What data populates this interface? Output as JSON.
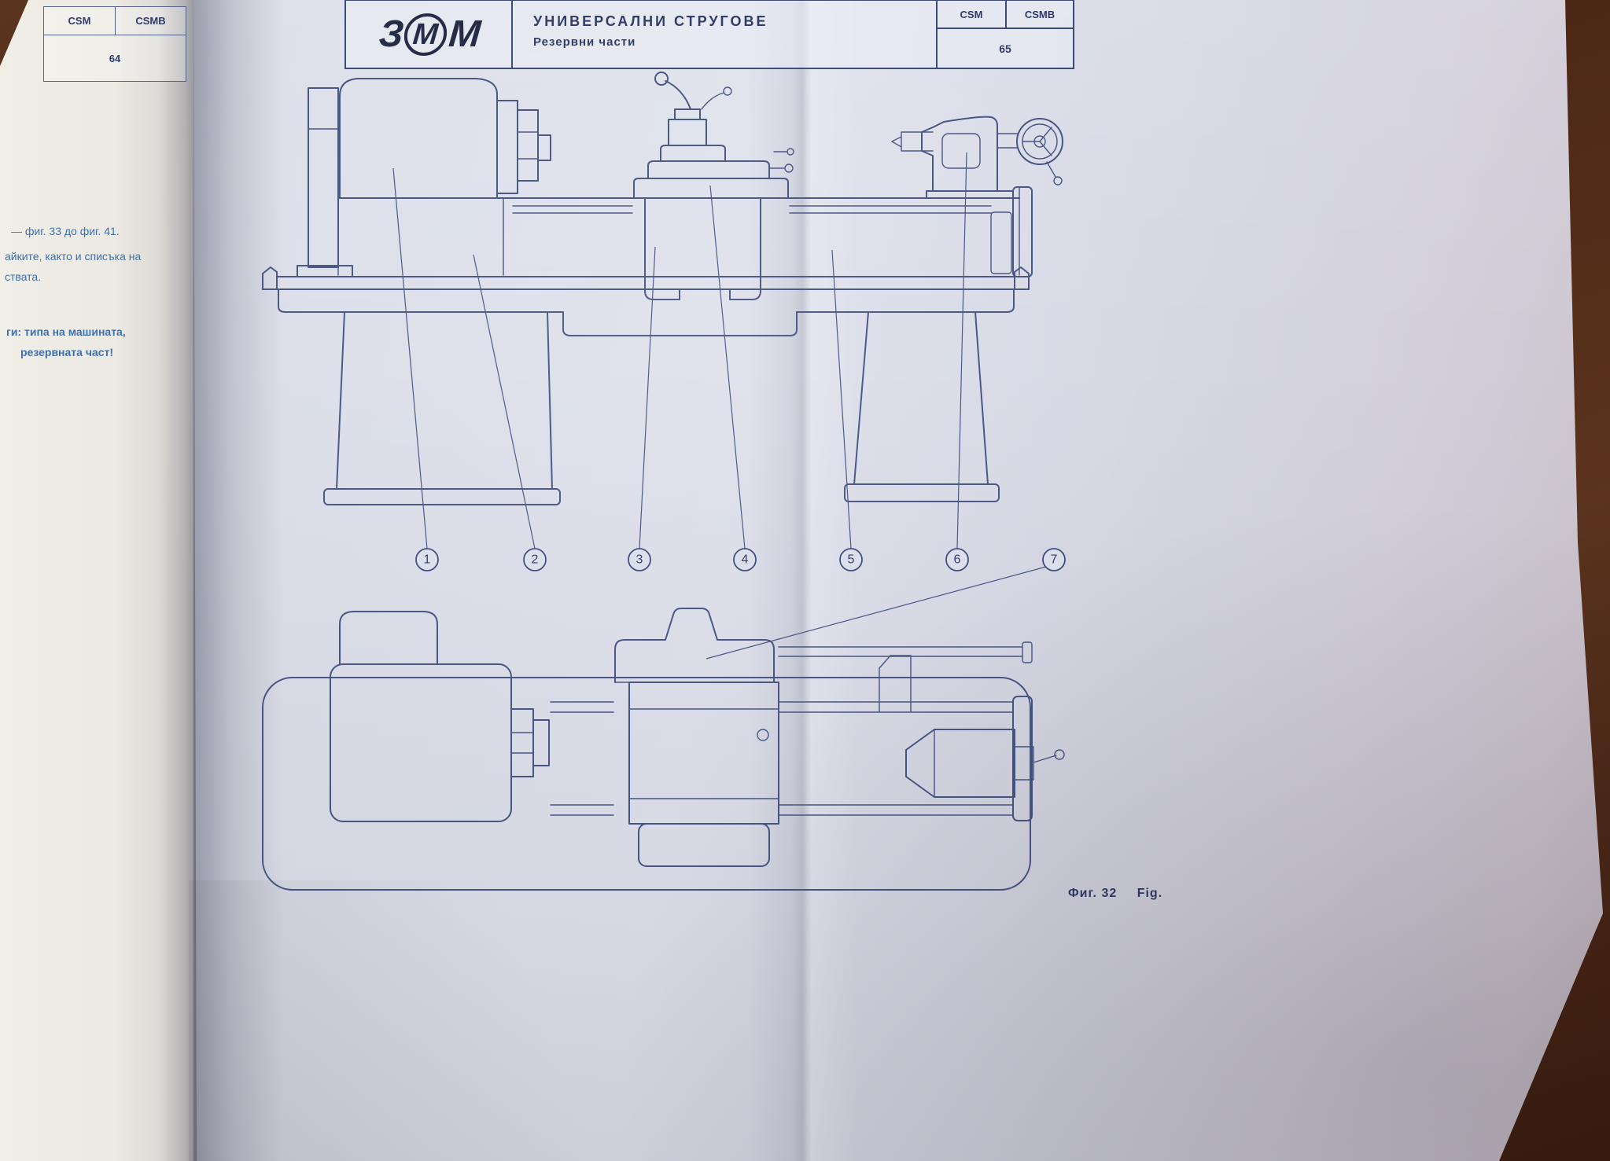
{
  "colors": {
    "ink": "#2e3a66",
    "drawing_line": "#475381",
    "print_blue": "#3f6fb0",
    "paper_main": "#d9dce8",
    "paper_left": "#ece9e2",
    "background_wood": "#4c2715"
  },
  "left_page": {
    "table": {
      "col1": "CSM",
      "col2": "CSMB",
      "page_number": "64"
    },
    "fragments": [
      "— фиг. 33 до фиг. 41.",
      "айките, както и списъка на",
      "ствата.",
      "ги: типа на машината,",
      "резервната част!"
    ]
  },
  "main_page": {
    "logo_letters": [
      "З",
      "М",
      "М"
    ],
    "title": "УНИВЕРСАЛНИ  СТРУГОВЕ",
    "subtitle": "Резервни части",
    "table": {
      "col1": "CSM",
      "col2": "CSMB",
      "page_number": "65"
    },
    "callouts": [
      "1",
      "2",
      "3",
      "4",
      "5",
      "6",
      "7"
    ],
    "figure_label": "Фиг. 32",
    "figure_label_latin": "Fig."
  }
}
